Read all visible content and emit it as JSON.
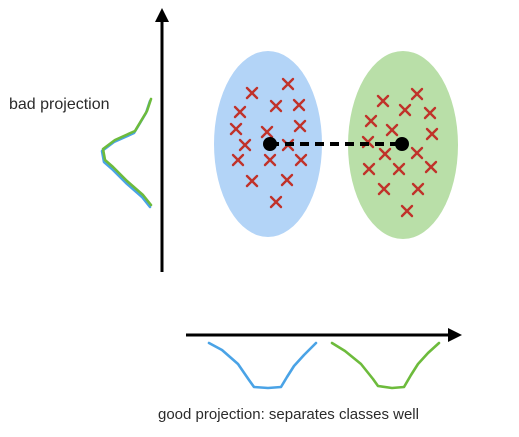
{
  "labels": {
    "bad_projection": "bad projection",
    "good_projection": "good projection: separates classes well"
  },
  "colors": {
    "class_a": "#b3d4f7",
    "class_b": "#b9dfa8",
    "marker": "#c0322a",
    "mean": "#000000",
    "curve_a": "#4aa3e6",
    "curve_b": "#6dbb3c",
    "axis": "#000000"
  },
  "diagram": {
    "class_a_points": 16,
    "class_b_points": 15,
    "markers": "x",
    "means_connected": true,
    "connector_style": "dashed",
    "projections": [
      {
        "axis": "vertical",
        "quality": "bad",
        "overlap": true
      },
      {
        "axis": "horizontal",
        "quality": "good",
        "overlap": false
      }
    ]
  }
}
